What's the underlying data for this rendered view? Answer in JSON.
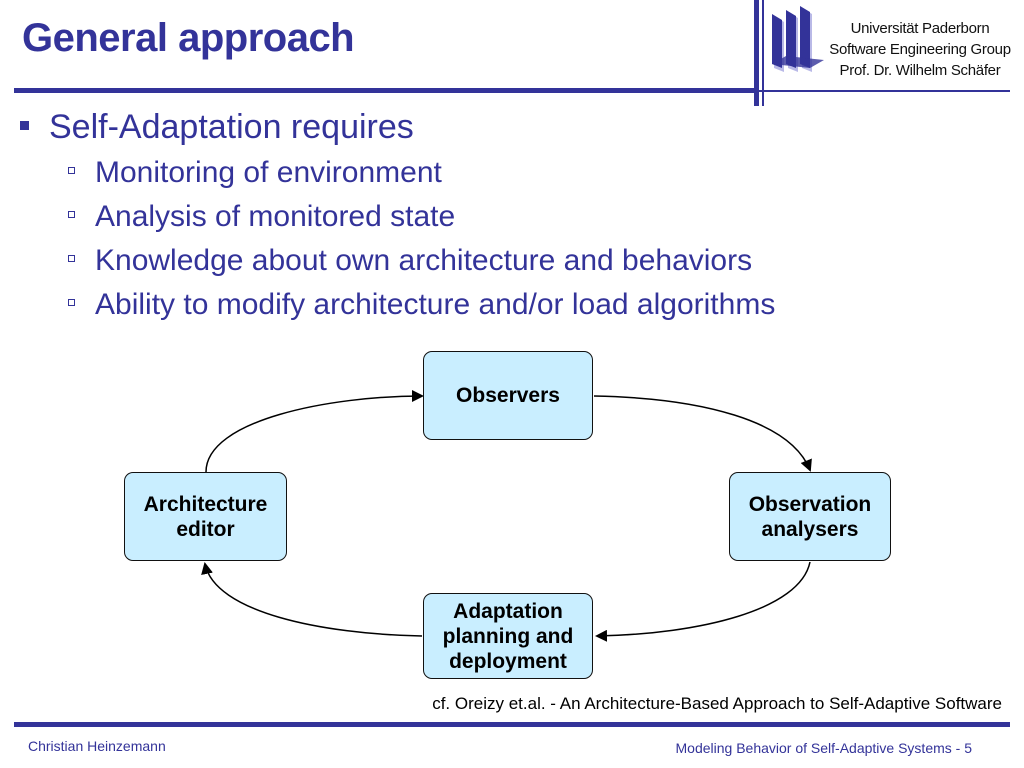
{
  "slide": {
    "title": "General approach",
    "institution": {
      "line1": "Universität Paderborn",
      "line2": "Software Engineering Group",
      "line3": "Prof. Dr. Wilhelm Schäfer"
    },
    "bullets": {
      "main": "Self-Adaptation requires",
      "sub": [
        "Monitoring of environment",
        "Analysis of monitored state",
        "Knowledge about own architecture and behaviors",
        "Ability to modify architecture and/or load algorithms"
      ]
    },
    "diagram": {
      "nodes": {
        "observers": "Observers",
        "analysers": "Observation\nanalysers",
        "adaptation": "Adaptation\nplanning and\ndeployment",
        "editor": "Architecture\neditor"
      }
    },
    "citation": "cf. Oreizy et.al. - An Architecture-Based Approach to Self-Adaptive Software",
    "footer": {
      "author": "Christian Heinzemann",
      "talk": "Modeling Behavior of Self-Adaptive Systems - 5"
    }
  },
  "colors": {
    "accent": "#333399",
    "node_fill": "#c9eeff"
  },
  "icons": {
    "logo": "university-logo-icon"
  }
}
